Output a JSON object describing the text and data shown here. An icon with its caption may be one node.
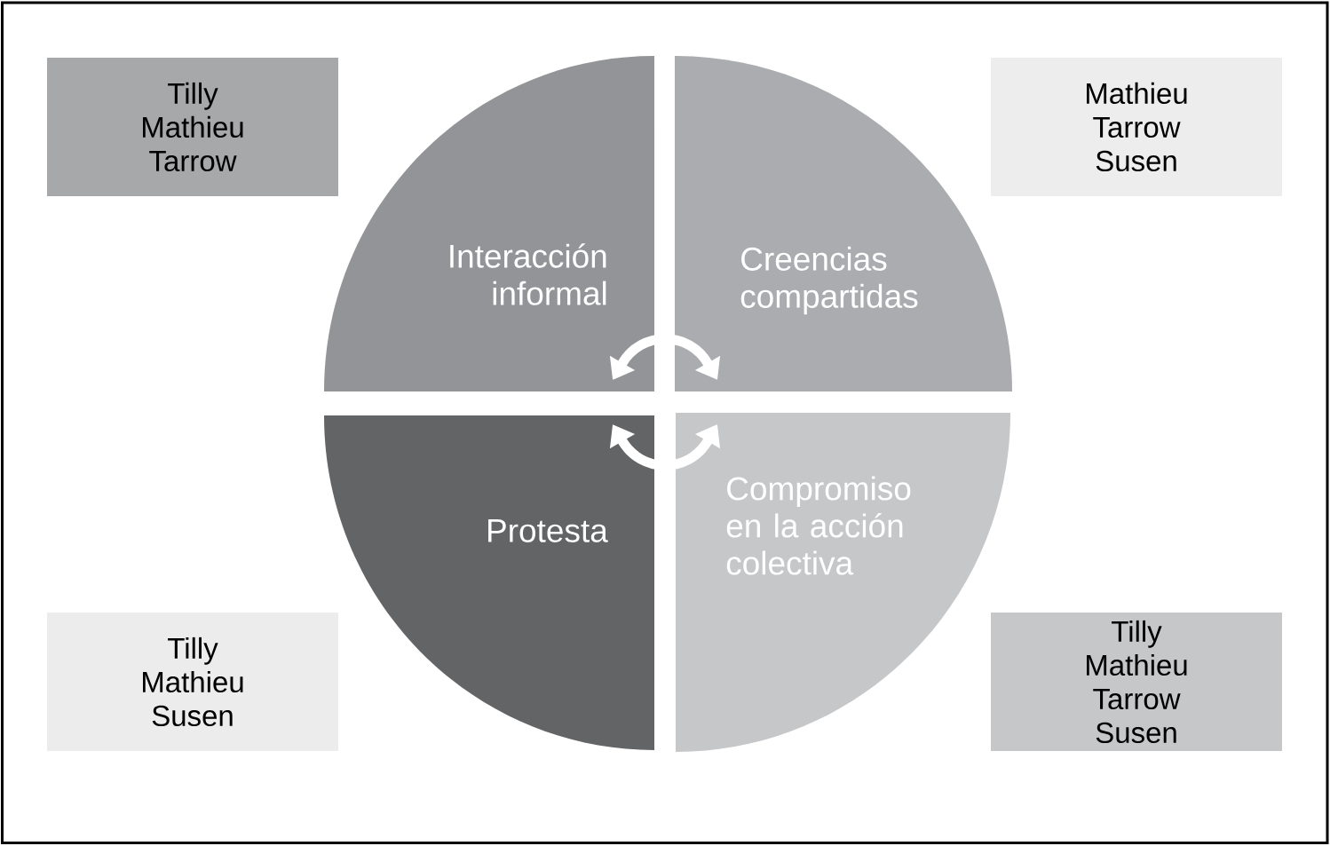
{
  "diagram": {
    "nodes": [
      {
        "text": [
          "Interacción informal"
        ]
      },
      {
        "text": [
          "Creencias compartidas"
        ]
      },
      {
        "text": [
          "Protesta"
        ]
      },
      {
        "text": [
          "Compromiso en la acción colectiva"
        ]
      },
      {
        "text": [
          "Tilly",
          "Mathieu",
          "Tarrow"
        ]
      },
      {
        "text": [
          "Mathieu",
          "Tarrow",
          "Susen"
        ]
      },
      {
        "text": [
          "Tilly",
          "Mathieu",
          "Susen"
        ]
      },
      {
        "text": [
          "Tilly",
          "Mathieu",
          "Tarrow",
          "Susen"
        ]
      }
    ],
    "edges": [
      {
        "from": 0,
        "to": 1,
        "arrow": "both"
      },
      {
        "from": 2,
        "to": 3,
        "arrow": "both"
      }
    ]
  }
}
